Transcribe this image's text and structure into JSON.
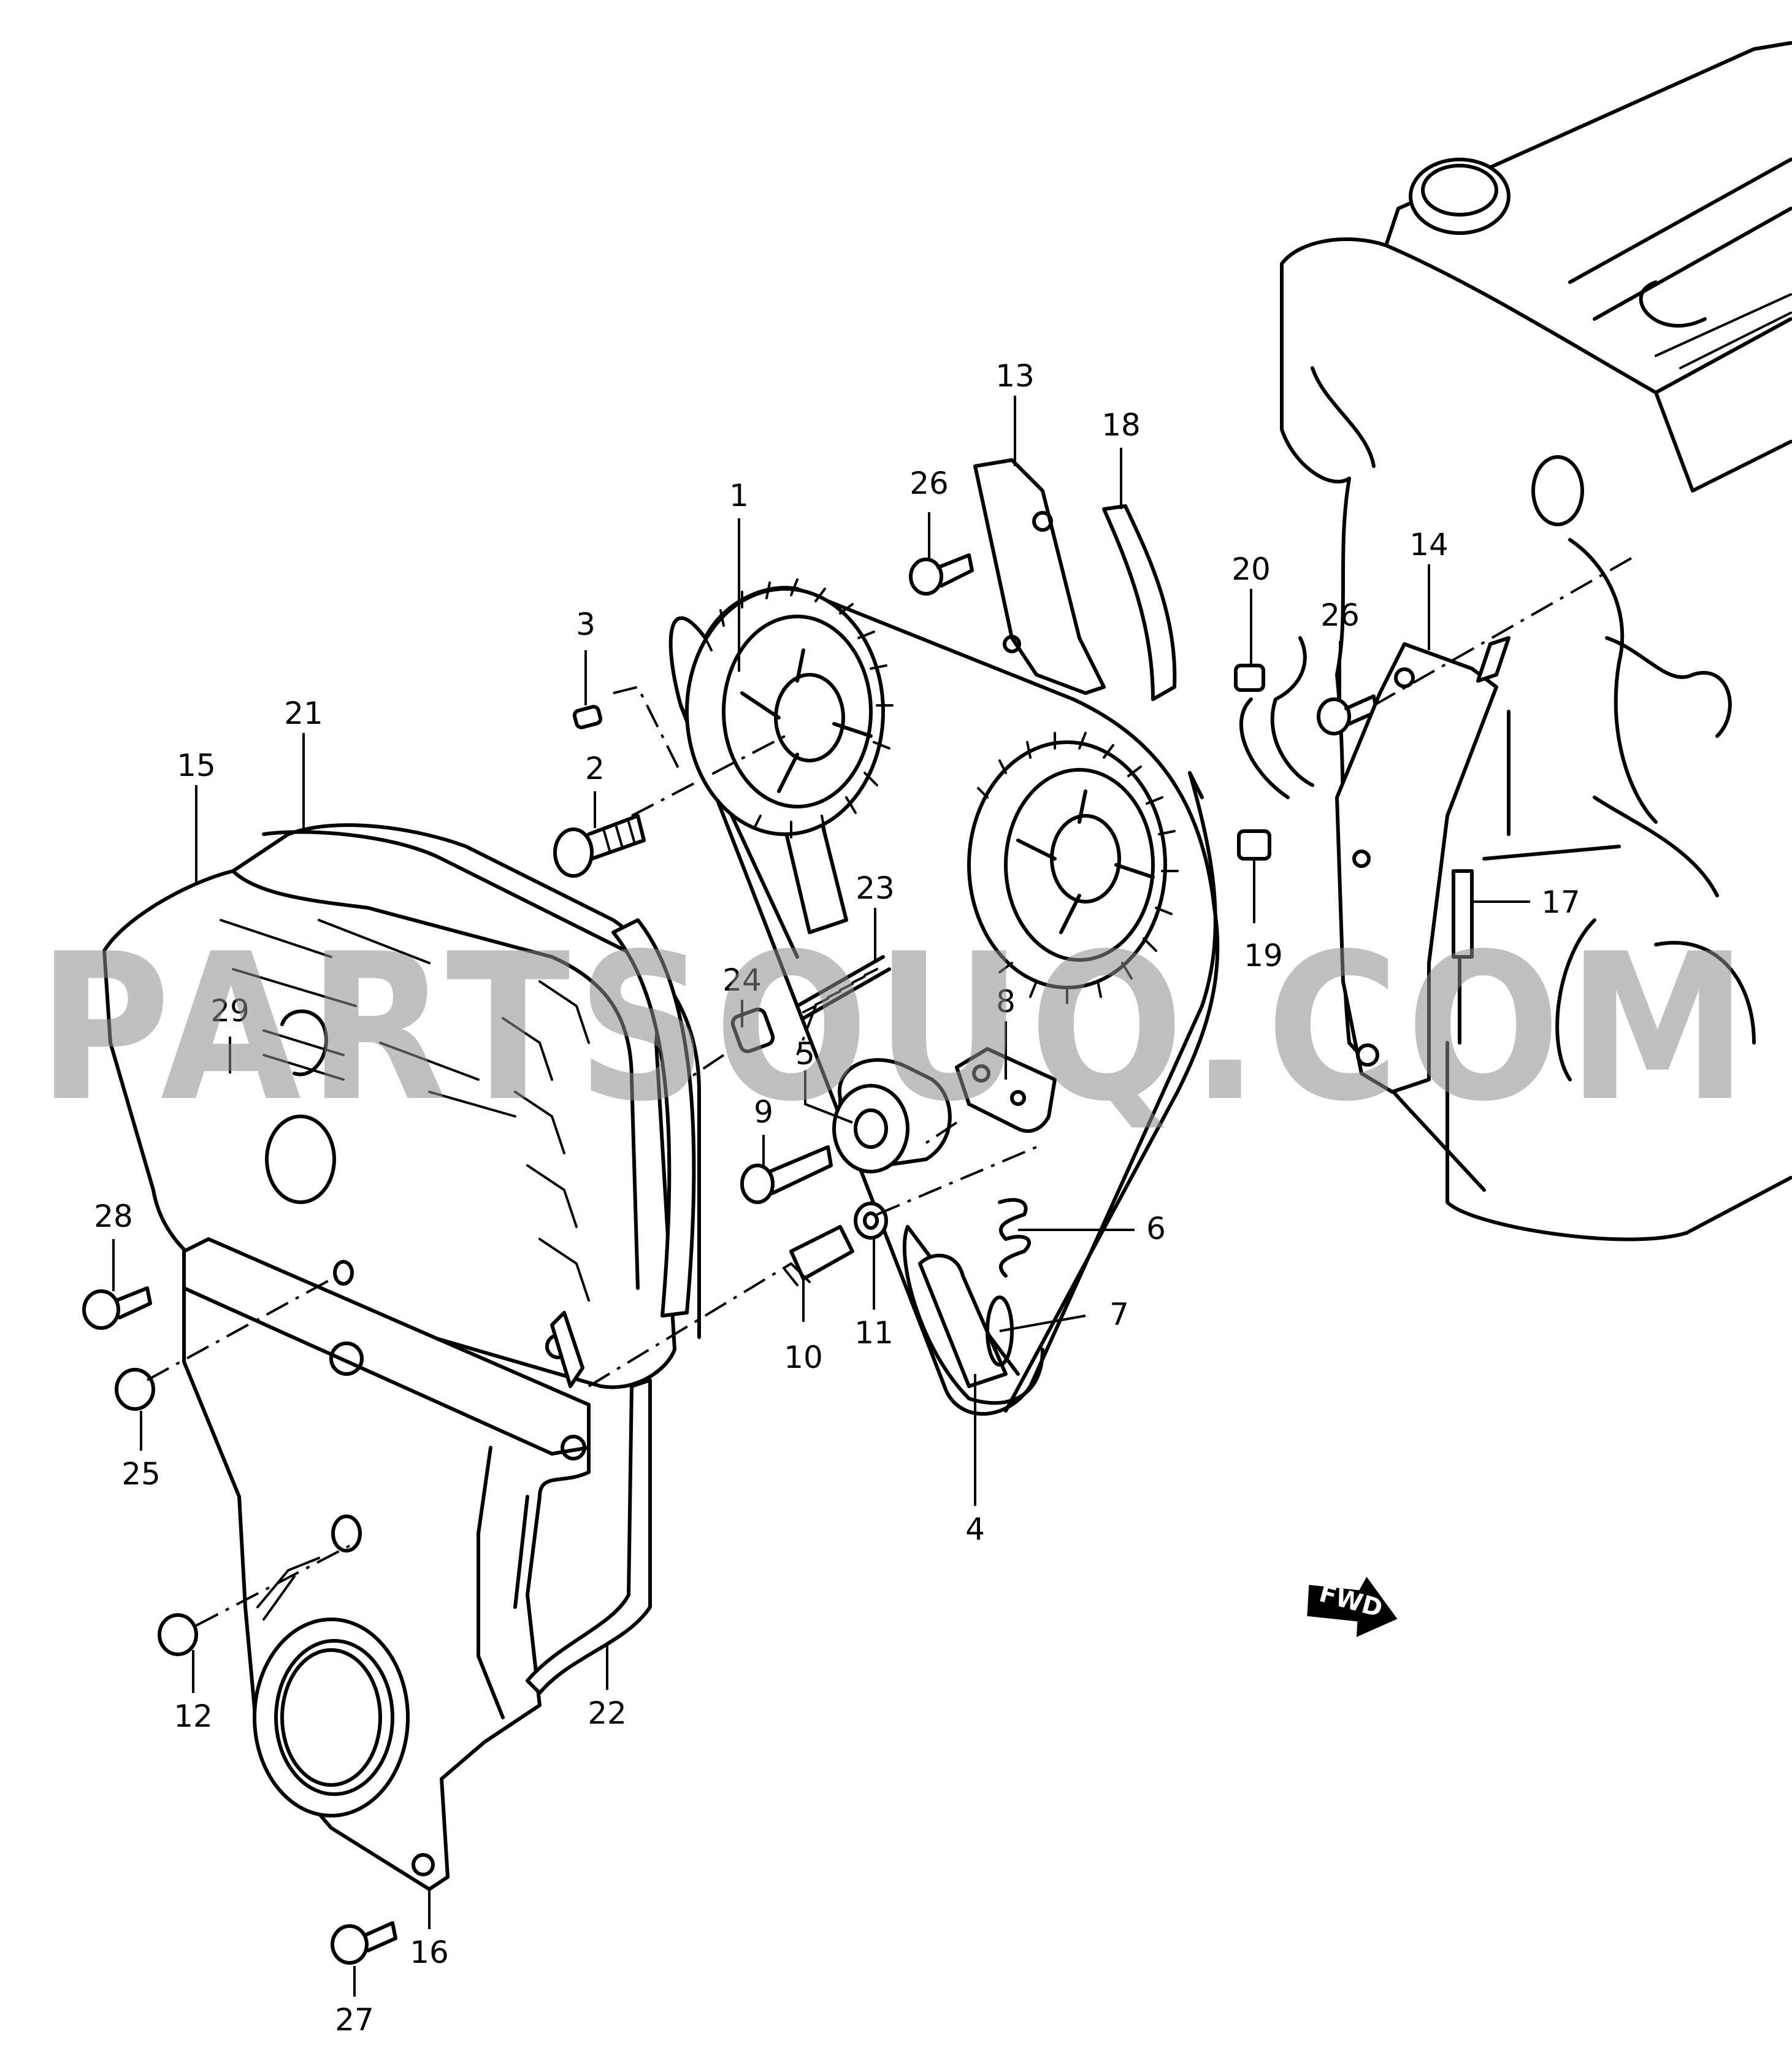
{
  "watermark": "PARTSOUQ.COM",
  "direction_marker": "FWD",
  "callouts": [
    {
      "id": "1",
      "text": "1"
    },
    {
      "id": "2",
      "text": "2"
    },
    {
      "id": "3",
      "text": "3"
    },
    {
      "id": "4",
      "text": "4"
    },
    {
      "id": "5",
      "text": "5"
    },
    {
      "id": "6",
      "text": "6"
    },
    {
      "id": "7",
      "text": "7"
    },
    {
      "id": "8",
      "text": "8"
    },
    {
      "id": "9",
      "text": "9"
    },
    {
      "id": "10",
      "text": "10"
    },
    {
      "id": "11",
      "text": "11"
    },
    {
      "id": "12",
      "text": "12"
    },
    {
      "id": "13",
      "text": "13"
    },
    {
      "id": "14",
      "text": "14"
    },
    {
      "id": "15",
      "text": "15"
    },
    {
      "id": "16",
      "text": "16"
    },
    {
      "id": "17",
      "text": "17"
    },
    {
      "id": "18",
      "text": "18"
    },
    {
      "id": "19",
      "text": "19"
    },
    {
      "id": "20",
      "text": "20"
    },
    {
      "id": "21",
      "text": "21"
    },
    {
      "id": "22",
      "text": "22"
    },
    {
      "id": "23",
      "text": "23"
    },
    {
      "id": "24",
      "text": "24"
    },
    {
      "id": "25",
      "text": "25"
    },
    {
      "id": "26a",
      "text": "26"
    },
    {
      "id": "26b",
      "text": "26"
    },
    {
      "id": "27",
      "text": "27"
    },
    {
      "id": "28",
      "text": "28"
    },
    {
      "id": "29",
      "text": "29"
    }
  ]
}
